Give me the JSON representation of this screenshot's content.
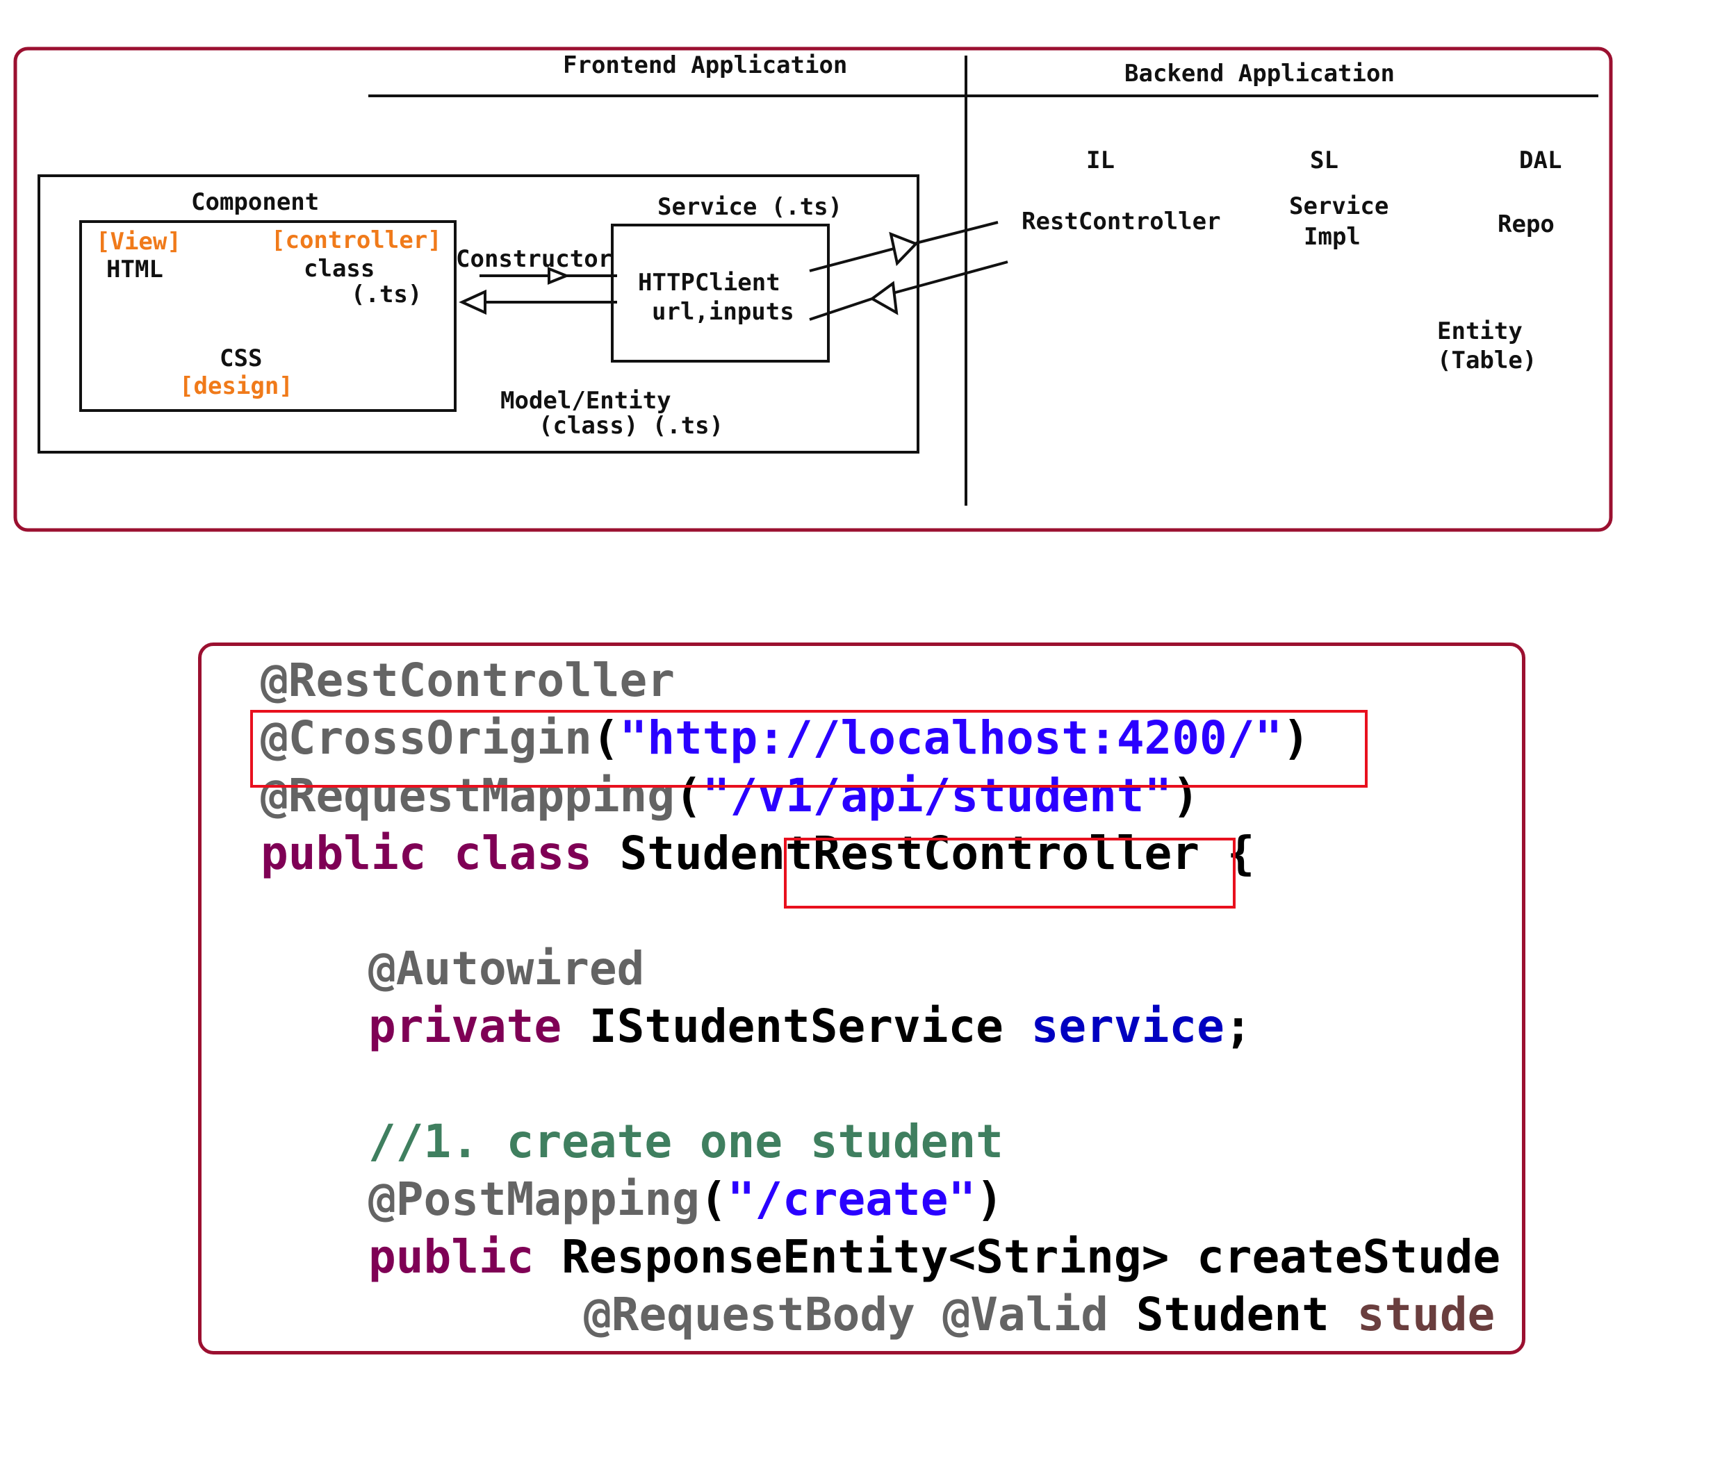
{
  "diagram": {
    "frontend_title": "Frontend Application",
    "backend_title": "Backend Application",
    "component_label": "Component",
    "view_tag": "[View]",
    "html_label": "HTML",
    "controller_tag": "[controller]",
    "class_label": "class",
    "ts_label": "(.ts)",
    "css_label": "CSS",
    "design_tag": "[design]",
    "constructor_label": "Constructor",
    "service_label": "Service (.ts)",
    "httpclient_label": "HTTPClient",
    "url_inputs_label": "url,inputs",
    "model_label": "Model/Entity",
    "model_class_label": "(class) (.ts)",
    "il_label": "IL",
    "sl_label": "SL",
    "dal_label": "DAL",
    "restcontroller_label": "RestController",
    "service_impl_label_1": "Service",
    "service_impl_label_2": "Impl",
    "repo_label": "Repo",
    "entity_label": "Entity",
    "table_label": "(Table)",
    "colors": {
      "frame": "#9b1030",
      "accent_orange": "#f07a1a",
      "highlight_red": "#e8101e"
    }
  },
  "code": {
    "lines": [
      {
        "indent": 0,
        "tokens": [
          {
            "t": "@RestController",
            "k": "annotation"
          }
        ]
      },
      {
        "indent": 0,
        "tokens": [
          {
            "t": "@CrossOrigin",
            "k": "annotation"
          },
          {
            "t": "(",
            "k": "plain"
          },
          {
            "t": "\"http://localhost:4200/\"",
            "k": "string"
          },
          {
            "t": ")",
            "k": "plain"
          }
        ]
      },
      {
        "indent": 0,
        "tokens": [
          {
            "t": "@RequestMapping",
            "k": "annotation"
          },
          {
            "t": "(",
            "k": "plain"
          },
          {
            "t": "\"/v1/api/student\"",
            "k": "string"
          },
          {
            "t": ")",
            "k": "plain"
          }
        ]
      },
      {
        "indent": 0,
        "tokens": [
          {
            "t": "public class ",
            "k": "keyword"
          },
          {
            "t": "StudentRestController {",
            "k": "plain"
          }
        ]
      },
      {
        "indent": 0,
        "tokens": []
      },
      {
        "indent": 1,
        "tokens": [
          {
            "t": "@Autowired",
            "k": "annotation"
          }
        ]
      },
      {
        "indent": 1,
        "tokens": [
          {
            "t": "private ",
            "k": "keyword"
          },
          {
            "t": "IStudentService ",
            "k": "plain"
          },
          {
            "t": "service",
            "k": "field"
          },
          {
            "t": ";",
            "k": "plain"
          }
        ]
      },
      {
        "indent": 0,
        "tokens": []
      },
      {
        "indent": 1,
        "tokens": [
          {
            "t": "//1. create one student",
            "k": "comment"
          }
        ]
      },
      {
        "indent": 1,
        "tokens": [
          {
            "t": "@PostMapping",
            "k": "annotation"
          },
          {
            "t": "(",
            "k": "plain"
          },
          {
            "t": "\"/create\"",
            "k": "string"
          },
          {
            "t": ")",
            "k": "plain"
          }
        ]
      },
      {
        "indent": 1,
        "tokens": [
          {
            "t": "public ",
            "k": "keyword"
          },
          {
            "t": "ResponseEntity<String> createStude",
            "k": "plain"
          }
        ]
      },
      {
        "indent": 3,
        "tokens": [
          {
            "t": "@RequestBody @Valid ",
            "k": "annotation"
          },
          {
            "t": "Student ",
            "k": "plain"
          },
          {
            "t": "stude",
            "k": "param"
          }
        ]
      }
    ]
  }
}
